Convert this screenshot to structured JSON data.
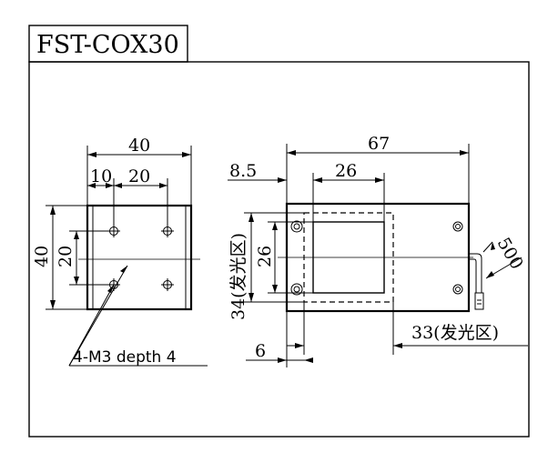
{
  "title": "FST-COX30",
  "side_view": {
    "width": "40",
    "hole_offset": "10",
    "hole_spacing_h": "20",
    "height": "40",
    "hole_spacing_v": "20",
    "screw_note": "4-M3 depth 4"
  },
  "front_view": {
    "length": "67",
    "edge_offset": "8.5",
    "window_width": "26",
    "window_height": "26",
    "emitting_height": "34(发光区)",
    "emitting_length": "33(发光区)",
    "cable_length": "500",
    "bottom_offset": "6"
  }
}
